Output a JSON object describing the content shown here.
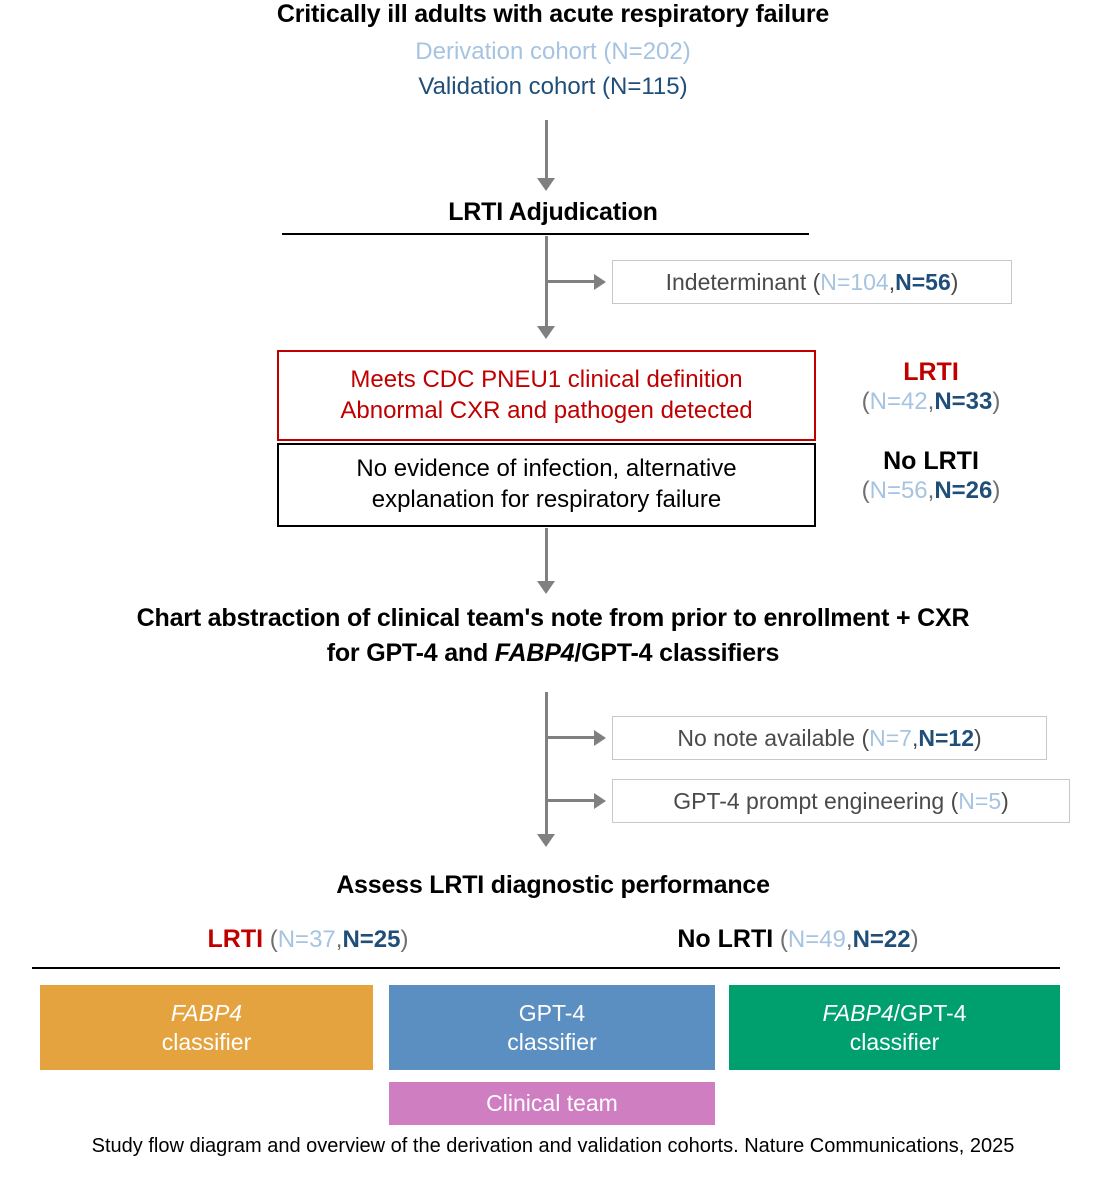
{
  "figure": {
    "title": "Critically ill adults with acute respiratory failure",
    "caption": "Study flow diagram and overview of the derivation and validation cohorts. Nature Communications, 2025"
  },
  "colors": {
    "derivation": "#a6c4e2",
    "validation": "#1f4e79",
    "lrti_red": "#c00000",
    "arrow_gray": "#808080",
    "graybox_border": "#c8c8c8",
    "graybox_text": "#4a4a4a",
    "bar_orange": "#e4a33f",
    "bar_blue": "#5b8fc2",
    "bar_green": "#00a06e",
    "bar_pink": "#d07ec2"
  },
  "cohorts": {
    "derivation_label": "Derivation cohort (N=202)",
    "validation_label": "Validation cohort (N=115)"
  },
  "adjudication": {
    "heading": "LRTI Adjudication",
    "indeterminant": {
      "prefix": "Indeterminant (",
      "derivation_n": "N=104",
      "comma": ",",
      "validation_n": "N=56",
      "suffix": ")"
    },
    "lrti_box": {
      "line1": "Meets CDC PNEU1 clinical definition",
      "line2": "Abnormal CXR and pathogen detected"
    },
    "nolrti_box": {
      "line1": "No evidence of infection, alternative",
      "line2": "explanation for respiratory failure"
    },
    "lrti_label": {
      "title": "LRTI",
      "open": "(",
      "derivation_n": "N=42",
      "comma": ",",
      "validation_n": "N=33",
      "close": ")"
    },
    "nolrti_label": {
      "title": "No LRTI",
      "open": "(",
      "derivation_n": "N=56",
      "comma": ",",
      "validation_n": "N=26",
      "close": ")"
    }
  },
  "abstraction": {
    "line1": "Chart abstraction of clinical team's note from prior to enrollment + CXR",
    "line2_pre": "for GPT-4 and ",
    "line2_italic": "FABP4",
    "line2_post": "/GPT-4 classifiers",
    "no_note": {
      "prefix": "No note available (",
      "derivation_n": "N=7",
      "comma": ",",
      "validation_n": "N=12",
      "suffix": ")"
    },
    "prompt_engineering": {
      "prefix": "GPT-4 prompt engineering (",
      "derivation_n": "N=5",
      "suffix": ")"
    }
  },
  "assessment": {
    "heading": "Assess LRTI diagnostic performance",
    "lrti": {
      "title": "LRTI",
      "open": " (",
      "derivation_n": "N=37",
      "comma": ",",
      "validation_n": "N=25",
      "close": ")"
    },
    "nolrti": {
      "title": "No LRTI",
      "open": " (",
      "derivation_n": "N=49",
      "comma": ",",
      "validation_n": "N=22",
      "close": ")"
    }
  },
  "classifiers": [
    {
      "name_italic": "FABP4",
      "name_plain": "",
      "sub": "classifier",
      "color": "#e4a33f"
    },
    {
      "name_italic": "",
      "name_plain": "GPT-4",
      "sub": "classifier",
      "color": "#5b8fc2"
    },
    {
      "name_italic": "FABP4",
      "name_plain": "/GPT-4",
      "sub": "classifier",
      "color": "#00a06e"
    }
  ],
  "clinical_team": {
    "label": "Clinical team",
    "color": "#d07ec2"
  }
}
